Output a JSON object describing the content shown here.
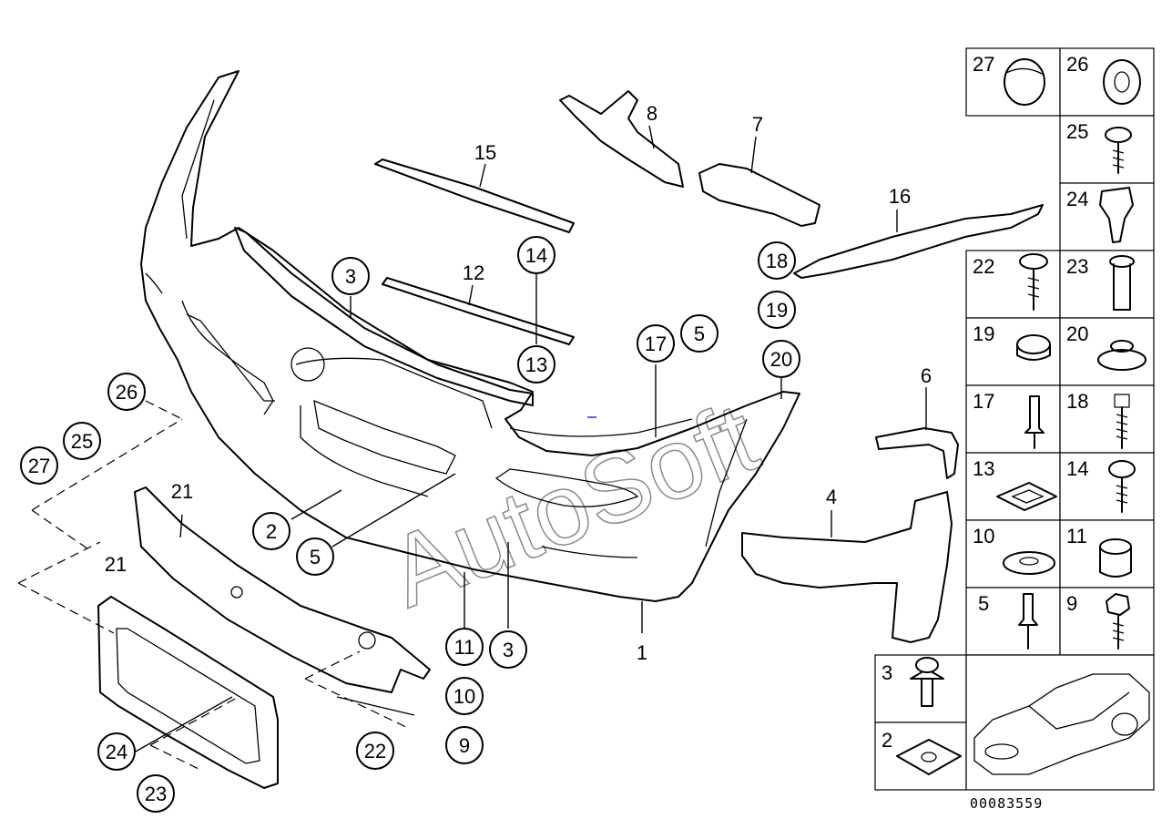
{
  "diagram": {
    "watermark": "AutoSoft",
    "reference_number": "00083559",
    "callouts": {
      "c15": "15",
      "c8": "8",
      "c7": "7",
      "c16": "16",
      "c12": "12",
      "c14": "14",
      "c3a": "3",
      "c13": "13",
      "c18": "18",
      "c19": "19",
      "c17": "17",
      "c5a": "5",
      "c20": "20",
      "c6": "6",
      "c26": "26",
      "c25": "25",
      "c27": "27",
      "c21a": "21",
      "c21b": "21",
      "c2": "2",
      "c5b": "5",
      "c4": "4",
      "c11": "11",
      "c3b": "3",
      "c1": "1",
      "c10": "10",
      "c9": "9",
      "c22": "22",
      "c24": "24",
      "c23": "23"
    },
    "legend": {
      "c27": "27",
      "c26": "26",
      "c25": "25",
      "c24": "24",
      "c22": "22",
      "c23": "23",
      "c19": "19",
      "c20": "20",
      "c17": "17",
      "c18": "18",
      "c13": "13",
      "c14": "14",
      "c10": "10",
      "c11": "11",
      "c5": "5",
      "c9": "9",
      "c3": "3",
      "c2": "2"
    }
  }
}
